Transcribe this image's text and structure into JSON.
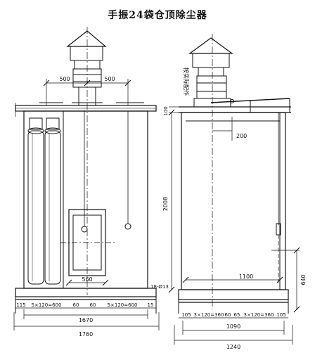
{
  "title": "手振24袋仓顶除尘器",
  "front_view": {
    "dims": {
      "hood_left": "500",
      "hood_right": "500",
      "opening_width": "560",
      "bottom_row": [
        "115",
        "5×120=600",
        "60",
        "60",
        "5×120=600",
        "15"
      ],
      "inner_total": "1670",
      "outer_total": "1760"
    }
  },
  "side_view": {
    "labels": {
      "field_note": "按实际配作",
      "bolt_note": "18-Ø13"
    },
    "dims": {
      "top_offset": "100",
      "rod_offset": "200",
      "height": "2008",
      "inner_width": "1100",
      "handle_height": "640",
      "bottom_row": [
        "105",
        "3×120=360",
        "60",
        "65",
        "3×120=360",
        "105"
      ],
      "inner_total": "1090",
      "outer_total": "1240"
    }
  }
}
